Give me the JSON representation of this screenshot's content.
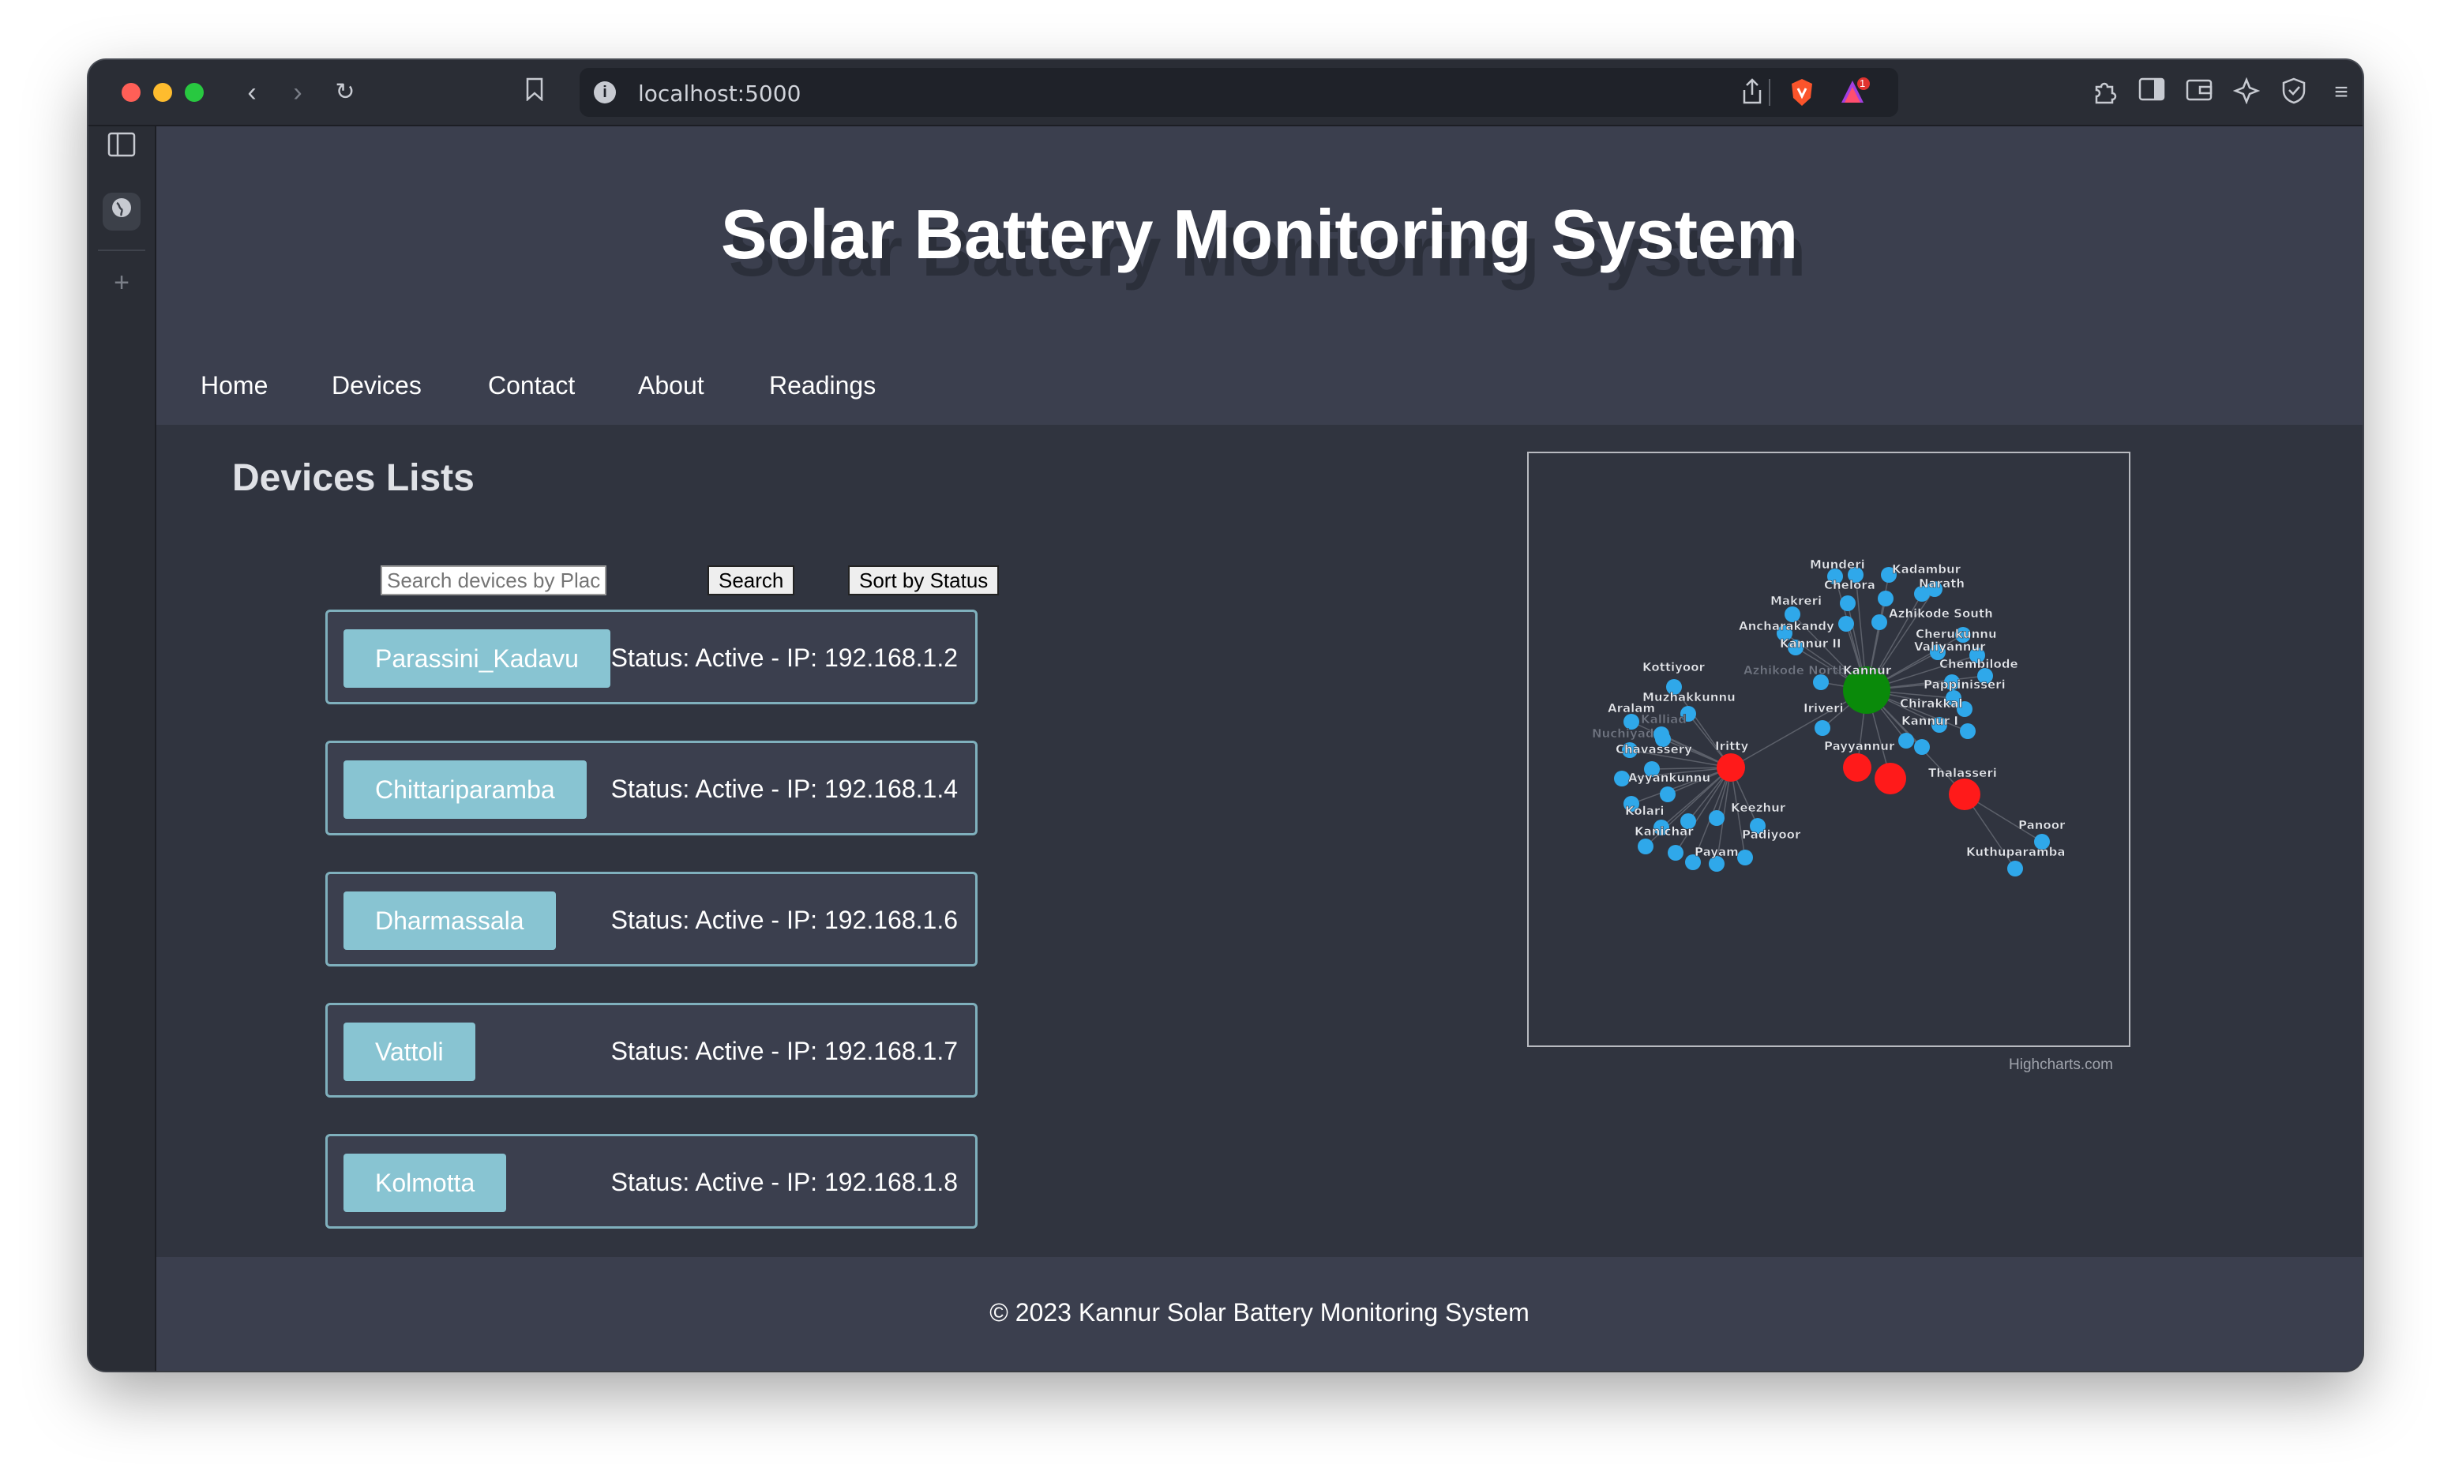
{
  "browser": {
    "url": "localhost:5000",
    "badge_count": "1"
  },
  "page": {
    "title": "Solar Battery Monitoring System",
    "nav": [
      "Home",
      "Devices",
      "Contact",
      "About",
      "Readings"
    ],
    "section_title": "Devices Lists",
    "search_placeholder": "Search devices by Place",
    "search_button": "Search",
    "sort_button": "Sort by Status",
    "footer": "© 2023 Kannur Solar Battery Monitoring System"
  },
  "devices": [
    {
      "name": "Parassini_Kadavu",
      "status": "Status: Active - IP: 192.168.1.2"
    },
    {
      "name": "Chittariparamba",
      "status": "Status: Active - IP: 192.168.1.4"
    },
    {
      "name": "Dharmassala",
      "status": "Status: Active - IP: 192.168.1.6"
    },
    {
      "name": "Vattoli",
      "status": "Status: Active - IP: 192.168.1.7"
    },
    {
      "name": "Kolmotta",
      "status": "Status: Active - IP: 192.168.1.8"
    }
  ],
  "chart": {
    "credit": "Highcharts.com",
    "colors": {
      "hub": "#0a8a0a",
      "subhub": "#ff1a1a",
      "leaf": "#2fa8ea"
    },
    "labels": [
      "Munderi",
      "Kadambur",
      "Chelora",
      "Narath",
      "Makreri",
      "Azhikode South",
      "Ancharakandy",
      "Cherukunnu",
      "Kannur II",
      "Valiyannur",
      "Chembilode",
      "Kottiyoor",
      "Azhikode North",
      "Kannur",
      "Pappinisseri",
      "Muzhakkunnu",
      "Chirakkal",
      "Aralam",
      "Kalliad",
      "Iriveri",
      "Kannur I",
      "Nuchiyad",
      "Chavassery",
      "Iritty",
      "Payyannur",
      "Thalasseri",
      "Ayyankunnu",
      "Kolari",
      "Keezhur",
      "Kanichar",
      "Padiyoor",
      "Payam",
      "Panoor",
      "Kuthuparamba"
    ]
  }
}
